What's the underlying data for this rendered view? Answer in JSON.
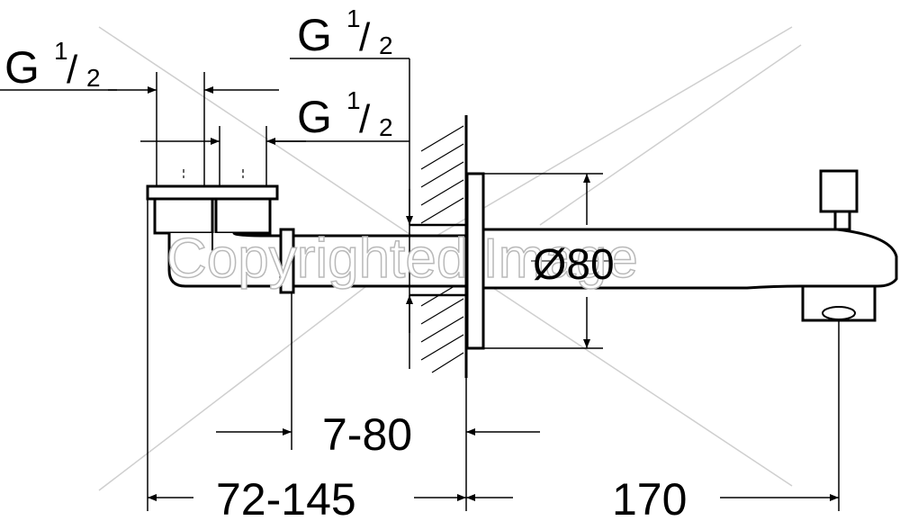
{
  "thread_labels": {
    "left": {
      "prefix": "G",
      "num": "1",
      "den": "2"
    },
    "top": {
      "prefix": "G",
      "num": "1",
      "den": "2"
    },
    "mid": {
      "prefix": "G",
      "num": "1",
      "den": "2"
    }
  },
  "dimensions": {
    "diameter": "Ø80",
    "depth": "7-80",
    "length_range": "72-145",
    "spout": "170"
  },
  "watermark": "Copyrighted Image"
}
